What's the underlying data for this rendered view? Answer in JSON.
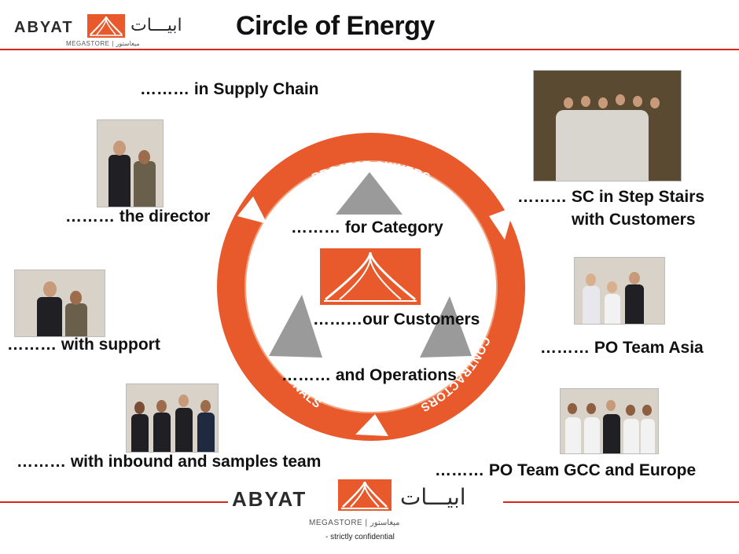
{
  "header": {
    "title": "Circle of Energy",
    "logo_en": "ABYAT",
    "logo_ar": "ابيـــات",
    "logo_sub": "MEGASTORE | ميغاستور"
  },
  "cycle": {
    "segments": [
      "PROJECT OWNERS",
      "CONTRACTORS",
      "PROFESSIONALS"
    ],
    "inner_captions": {
      "category": "……… for Category",
      "customers": "………our Customers",
      "operations": "……… and Operations"
    }
  },
  "captions": {
    "supply_chain": "……… in Supply Chain",
    "director": "……… the director",
    "support": "……… with  support",
    "inbound": "……… with  inbound and samples team",
    "sc_line1": "……… SC in Step Stairs",
    "sc_line2": "with Customers",
    "po_asia": "……… PO Team  Asia",
    "po_gcc": "……… PO Team  GCC and Europe"
  },
  "footer": {
    "logo_en": "ABYAT",
    "logo_ar": "ابيـــات",
    "logo_sub": "MEGASTORE | ميغاستور",
    "confidential": "- strictly confidential"
  },
  "colors": {
    "accent": "#d9261c",
    "ring": "#e8592b",
    "ring_dark": "#d9481f",
    "triangle": "#9a9a9a"
  }
}
